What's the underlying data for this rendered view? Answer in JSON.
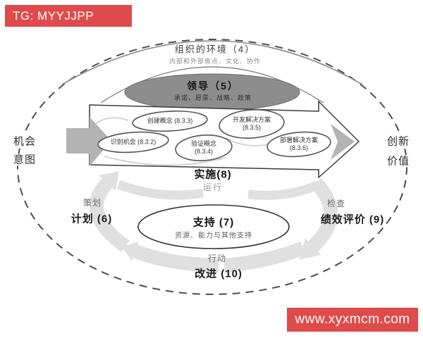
{
  "banners": {
    "top_left": "TG: MYYJJPP",
    "bottom_right": "www.xyxmcm.com"
  },
  "colors": {
    "banner_red": "#df4b4b",
    "leadership_fill": "#8d8d8d",
    "block_arrow_gray": "#b3b3b3",
    "cycle_arrow_gray": "#e0e0e0",
    "outline_dark": "#3a3a3a"
  },
  "diagram": {
    "environment": {
      "title": "组织的环境（4）",
      "subtitle": "内部和外部焦点、文化、协作"
    },
    "leadership": {
      "title": "领导（5）",
      "subtitle": "承诺、愿景、战略、政策"
    },
    "process": {
      "ovals": [
        {
          "line1": "识别机会 (8.3.2)",
          "line2": ""
        },
        {
          "line1": "创建概念 (8.3.3)",
          "line2": ""
        },
        {
          "line1": "验证概念",
          "line2": "(8.3.4)"
        },
        {
          "line1": "开发解决方案",
          "line2": "(8.3.5)"
        },
        {
          "line1": "部署解决方案",
          "line2": "(8.3.6)"
        }
      ],
      "implementation": {
        "title": "实施(8)",
        "subtitle": "运行"
      }
    },
    "sides": {
      "left_top": "机会",
      "left_bottom": "意图",
      "right_top": "创新",
      "right_bottom": "价值"
    },
    "pdca": {
      "plan": {
        "small": "策划",
        "big": "计划 (6)"
      },
      "check": {
        "small": "检查",
        "big": "绩效评价 (9)"
      },
      "act": {
        "small": "行动",
        "big": "改进 (10)"
      }
    },
    "support": {
      "title": "支持 (7)",
      "subtitle": "资源、能力与其他支持"
    }
  }
}
